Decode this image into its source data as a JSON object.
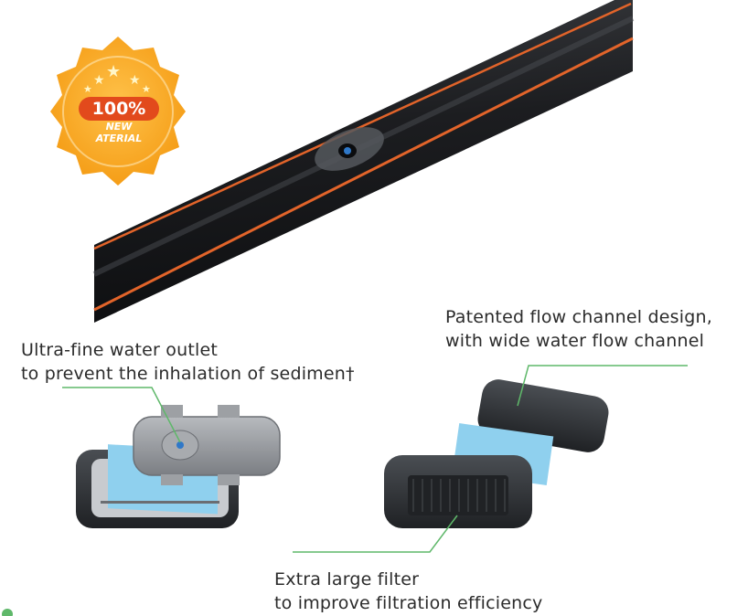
{
  "badge": {
    "percent": "100%",
    "line1": "NEW",
    "line2": "ATERIAL"
  },
  "callouts": {
    "outlet": {
      "line1": "Ultra-fine water outlet",
      "line2": "to prevent the inhalation of sedimen†"
    },
    "channel": {
      "line1": "Patented flow channel design,",
      "line2": "with wide water flow channel"
    },
    "filter": {
      "line1": "Extra large filter",
      "line2": "to improve filtration efficiency"
    }
  },
  "colors": {
    "pipe": "#1e1f22",
    "stripe": "#e2642a",
    "badge": "#f6a21a",
    "badge_inner": "#e24a1c",
    "leader": "#5fb86a",
    "filter_sheet": "#8fd0ee",
    "part_gray": "#8a8d91",
    "part_dark": "#2f3236"
  }
}
